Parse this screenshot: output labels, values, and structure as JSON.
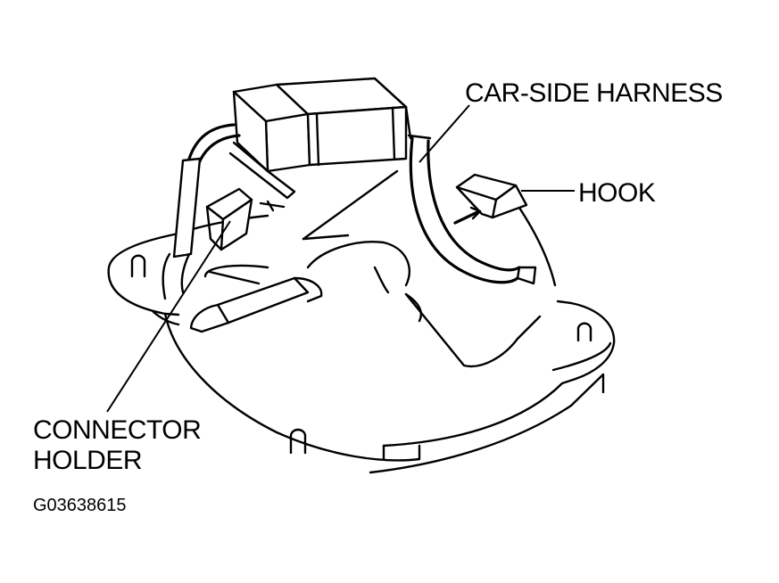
{
  "figure_code": "G03638615",
  "labels": {
    "car_side_harness": "CAR-SIDE HARNESS",
    "hook": "HOOK",
    "connector_holder_line1": "CONNECTOR",
    "connector_holder_line2": "HOLDER"
  },
  "colors": {
    "ink": "#000000",
    "paper": "#ffffff"
  }
}
